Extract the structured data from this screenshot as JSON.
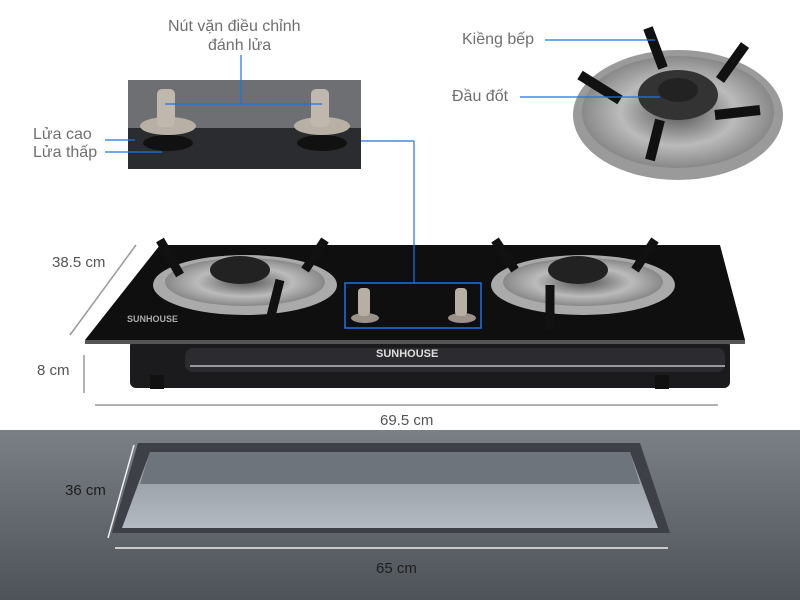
{
  "labels": {
    "knob_line1": "Nút vặn điều chỉnh",
    "knob_line2": "đánh lửa",
    "high_flame": "Lửa cao",
    "low_flame": "Lửa thấp",
    "pan_support": "Kiềng bếp",
    "burner_head": "Đầu đốt"
  },
  "dimensions": {
    "depth": "38.5 cm",
    "height": "8 cm",
    "width": "69.5 cm",
    "cutout_depth": "36 cm",
    "cutout_width": "65 cm"
  },
  "brand": "SUNHOUSE",
  "colors": {
    "callout_line": "#1a73e8",
    "glass": "#111111",
    "bottom_bg": "#5b6068"
  }
}
